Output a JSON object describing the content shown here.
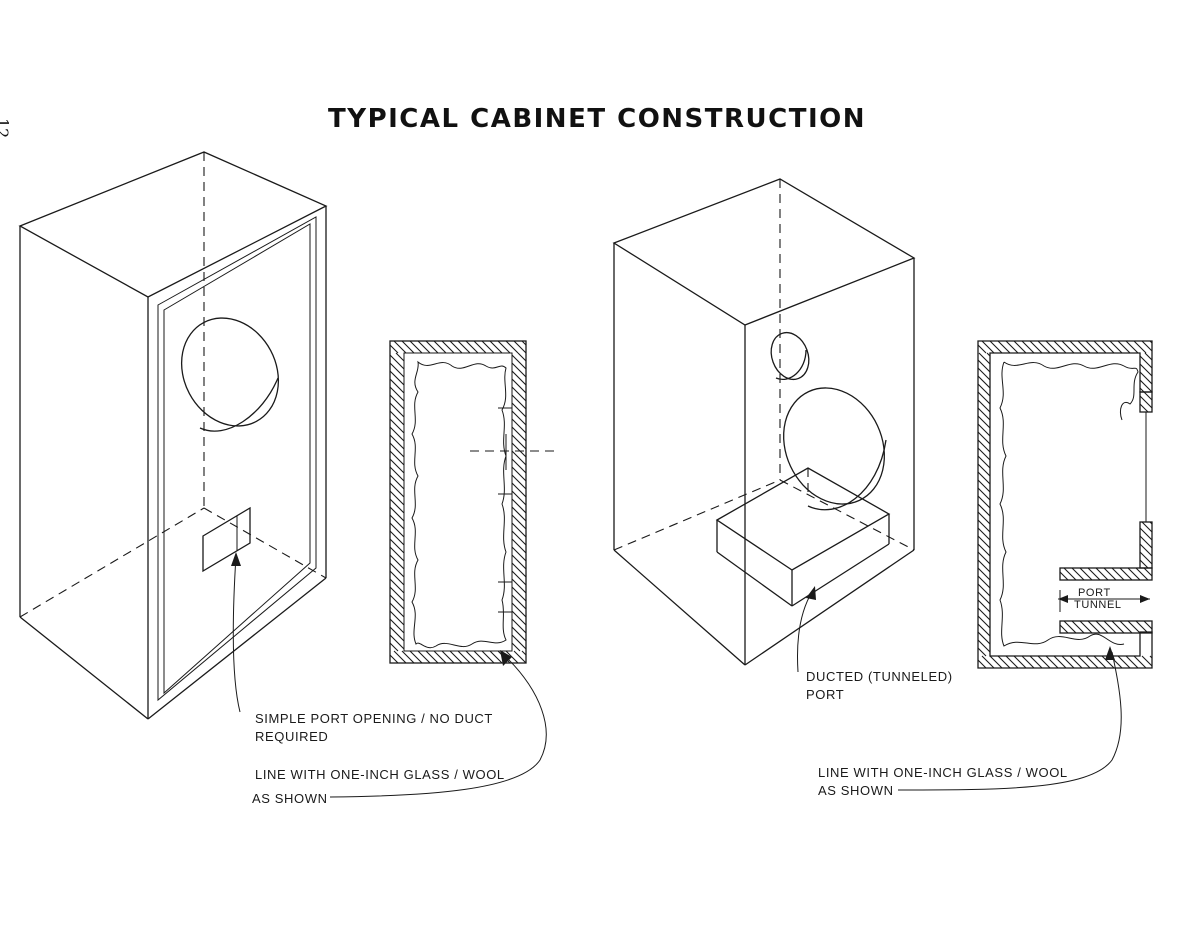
{
  "page": {
    "number": "12",
    "title": "TYPICAL CABINET CONSTRUCTION"
  },
  "left_diagram": {
    "port_label_line1": "SIMPLE PORT OPENING /   NO DUCT",
    "port_label_line2": "REQUIRED",
    "lining_label_line1": "LINE WITH ONE-INCH GLASS / WOOL",
    "lining_label_line2": "AS SHOWN"
  },
  "right_diagram": {
    "port_label_line1": "DUCTED (TUNNELED)",
    "port_label_line2": "PORT",
    "tunnel_label_line1": "PORT",
    "tunnel_label_line2": "TUNNEL",
    "lining_label_line1": "LINE WITH ONE-INCH GLASS / WOOL",
    "lining_label_line2": "AS SHOWN"
  }
}
